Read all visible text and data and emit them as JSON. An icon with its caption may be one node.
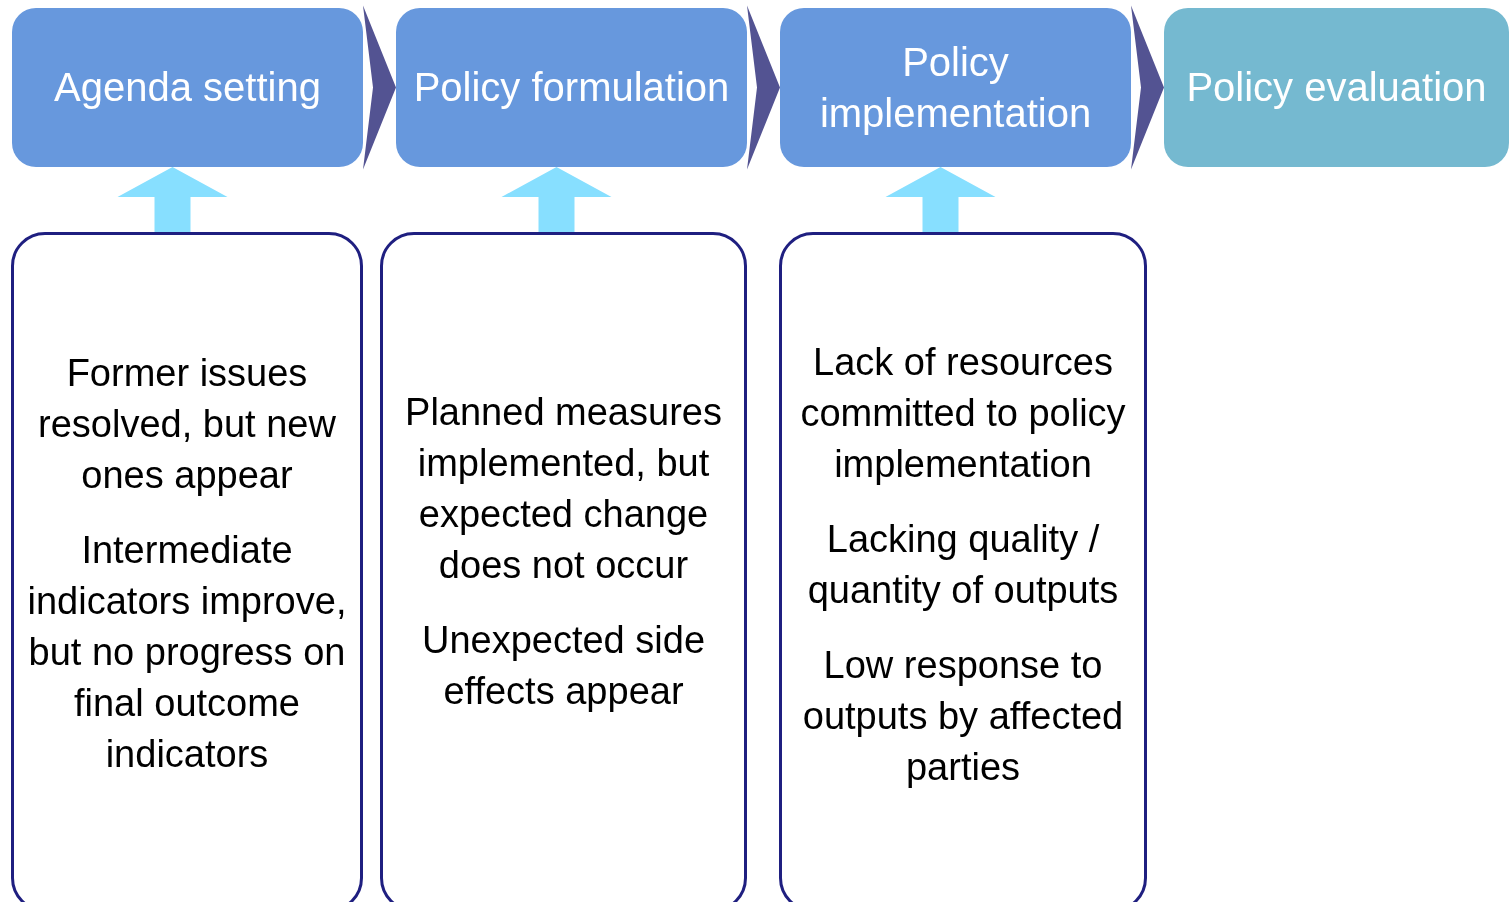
{
  "diagram": {
    "nodes": [
      {
        "text": [
          "Agenda setting"
        ]
      },
      {
        "text": [
          "Policy formulation"
        ]
      },
      {
        "text": [
          "Policy implementation"
        ]
      },
      {
        "text": [
          "Policy evaluation"
        ]
      },
      {
        "text": [
          "Former issues resolved, but new ones appear",
          "Intermediate indicators improve, but no progress on final outcome indicators"
        ]
      },
      {
        "text": [
          "Planned measures implemented, but expected change does not occur",
          "Unexpected side effects appear"
        ]
      },
      {
        "text": [
          "Lack of resources committed to policy implementation",
          "Lacking quality / quantity of outputs",
          "Low response to outputs by affected parties"
        ]
      }
    ],
    "edges": [
      {
        "from": 0,
        "to": 1,
        "arrow": "to"
      },
      {
        "from": 1,
        "to": 2,
        "arrow": "to"
      },
      {
        "from": 2,
        "to": 3,
        "arrow": "to"
      },
      {
        "from": 4,
        "to": 0,
        "arrow": "to",
        "style": "thick",
        "color": "#87dfff"
      },
      {
        "from": 5,
        "to": 1,
        "arrow": "to",
        "style": "thick",
        "color": "#87dfff"
      },
      {
        "from": 6,
        "to": 2,
        "arrow": "to",
        "style": "thick",
        "color": "#87dfff"
      }
    ]
  }
}
